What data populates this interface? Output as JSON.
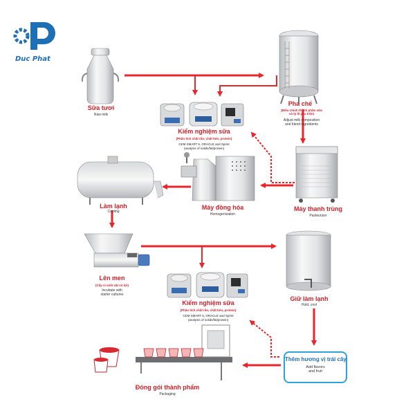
{
  "brand": {
    "name": "Duc Phat"
  },
  "steps": {
    "raw_milk": {
      "title": "Sữa tươi",
      "sub": "Raw milk"
    },
    "blending": {
      "title": "Pha chế",
      "note": "(Điều chỉnh thành phần sữa\nvà tỷ lệ pha trộn)",
      "sub": "Adjust milk composition\nand blend ingredients"
    },
    "testing1": {
      "title": "Kiểm nghiệm sữa",
      "note": "(Phân tích chất rắn, chất béo, protein)",
      "sub": "CEM SMART 6, ORACLE and Sprint",
      "sub2": "(analysis of solids/fat/protein)"
    },
    "pasteurizer": {
      "title": "Máy thanh trùng",
      "sub": "Pasteurizer"
    },
    "homogenizer": {
      "title": "Máy đồng hóa",
      "sub": "Homogenization"
    },
    "cooling": {
      "title": "Làm lạnh",
      "sub": "Cooling"
    },
    "fermenting": {
      "title": "Lên men",
      "note": "(Cấy vi sinh vật có lợi)",
      "sub": "Incubate with\nstarter cultures"
    },
    "testing2": {
      "title": "Kiểm nghiệm sữa",
      "note": "(Phân tích chất rắn, chất béo, protein)",
      "sub": "CEM SMART 6, ORACLE and Sprint",
      "sub2": "(analysis of solids/fat/protein)"
    },
    "hold_cool": {
      "title": "Giữ làm lạnh",
      "sub": "Hold, cool"
    },
    "flavors": {
      "title": "Thêm hương vị trái cây",
      "sub": "Add flavors\nand fruit"
    },
    "packaging": {
      "title": "Đóng gói thành phẩm",
      "sub": "Packaging"
    }
  },
  "colors": {
    "arrow": "#e8252b",
    "title": "#d0202a",
    "logo": "#1f6fb5",
    "box": "#2aa3d8"
  }
}
